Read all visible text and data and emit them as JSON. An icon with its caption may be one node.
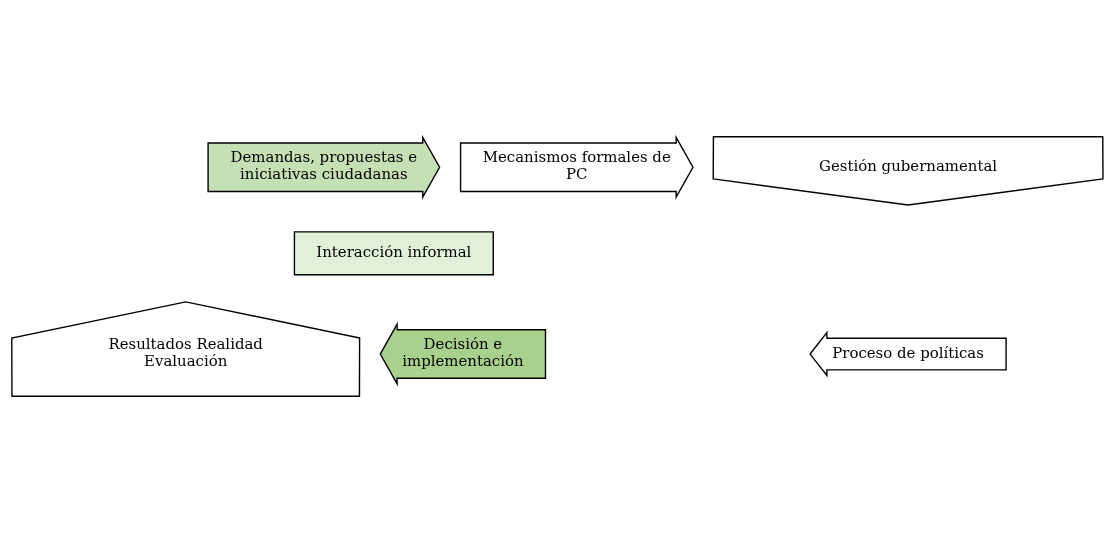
{
  "diagram": {
    "nodes": [
      {
        "text": [
          "Demandas, propuestas e iniciativas ciudadanas"
        ]
      },
      {
        "text": [
          "Mecanismos formales de PC"
        ]
      },
      {
        "text": [
          "Gestión gubernamental"
        ]
      },
      {
        "text": [
          "Proceso de políticas"
        ]
      },
      {
        "text": [
          "Decisión e implementación"
        ]
      },
      {
        "text": [
          "Resultados Realidad Evaluación"
        ]
      },
      {
        "text": [
          "Interacción informal"
        ]
      }
    ],
    "edges": []
  }
}
